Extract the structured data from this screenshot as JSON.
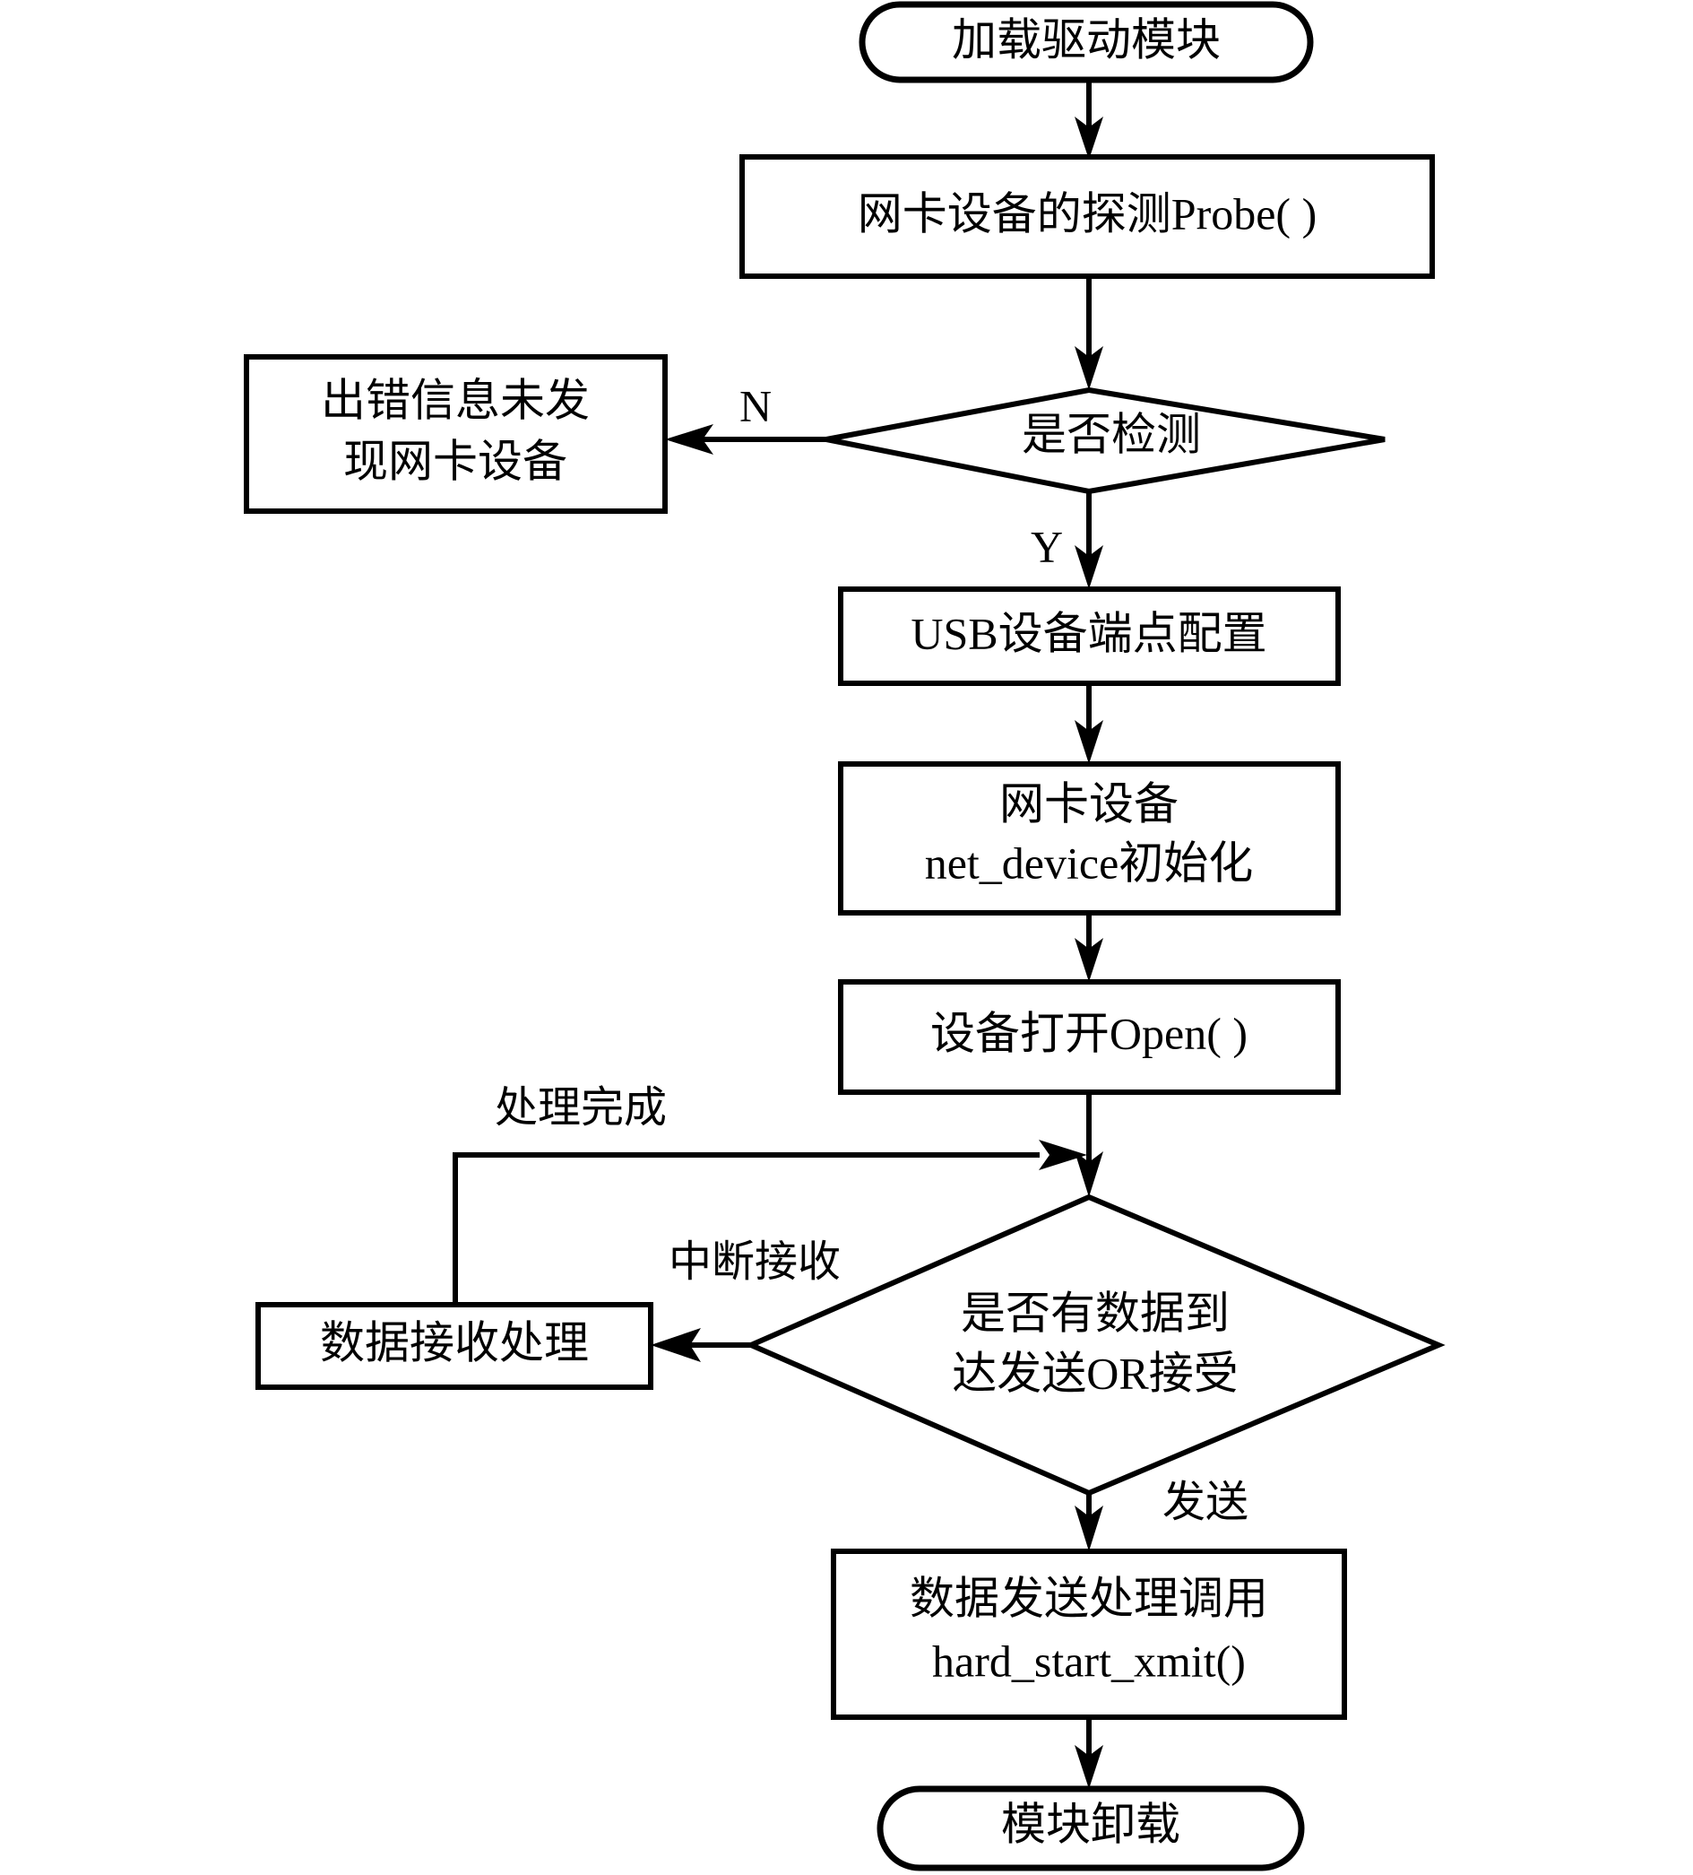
{
  "diagram": {
    "title": "USB 网卡驱动模块流程图",
    "type": "flowchart",
    "orientation": "top-to-bottom",
    "background_color": "#ffffff",
    "line_color": "#000000",
    "text_color": "#000000",
    "nodes": [
      {
        "id": "load-driver-module",
        "shape": "terminal",
        "lines": [
          "加载驱动模块"
        ]
      },
      {
        "id": "probe-nic-device",
        "shape": "process",
        "lines": [
          "网卡设备的探测Probe( )"
        ]
      },
      {
        "id": "detected-decision",
        "shape": "decision",
        "lines": [
          "是否检测"
        ]
      },
      {
        "id": "error-no-nic-found",
        "shape": "process",
        "lines": [
          "出错信息未发",
          "现网卡设备"
        ]
      },
      {
        "id": "usb-endpoint-config",
        "shape": "process",
        "lines": [
          "USB设备端点配置"
        ]
      },
      {
        "id": "net-device-init",
        "shape": "process",
        "lines": [
          "网卡设备",
          "net_device初始化"
        ]
      },
      {
        "id": "device-open",
        "shape": "process",
        "lines": [
          "设备打开Open( )"
        ]
      },
      {
        "id": "data-arrival-decision",
        "shape": "decision",
        "lines": [
          "是否有数据到",
          "达发送OR接受"
        ]
      },
      {
        "id": "data-receive-handling",
        "shape": "process",
        "lines": [
          "数据接收处理"
        ]
      },
      {
        "id": "data-send-handling",
        "shape": "process",
        "lines": [
          "数据发送处理调用",
          "hard_start_xmit()"
        ]
      },
      {
        "id": "module-unload",
        "shape": "terminal",
        "lines": [
          "模块卸载"
        ]
      }
    ],
    "edges": [
      {
        "id": "e-load-to-probe",
        "from": "load-driver-module",
        "to": "probe-nic-device",
        "label": ""
      },
      {
        "id": "e-probe-to-decision",
        "from": "probe-nic-device",
        "to": "detected-decision",
        "label": ""
      },
      {
        "id": "e-decision-no",
        "from": "detected-decision",
        "to": "error-no-nic-found",
        "label": "N"
      },
      {
        "id": "e-decision-yes",
        "from": "detected-decision",
        "to": "usb-endpoint-config",
        "label": "Y"
      },
      {
        "id": "e-usb-to-netdev",
        "from": "usb-endpoint-config",
        "to": "net-device-init",
        "label": ""
      },
      {
        "id": "e-netdev-to-open",
        "from": "net-device-init",
        "to": "device-open",
        "label": ""
      },
      {
        "id": "e-open-to-data-decision",
        "from": "device-open",
        "to": "data-arrival-decision",
        "label": ""
      },
      {
        "id": "e-receive-loopback",
        "from": "data-receive-handling",
        "to": "data-arrival-decision",
        "label": "处理完成"
      },
      {
        "id": "e-decision-interrupt-receive",
        "from": "data-arrival-decision",
        "to": "data-receive-handling",
        "label": "中断接收"
      },
      {
        "id": "e-decision-send",
        "from": "data-arrival-decision",
        "to": "data-send-handling",
        "label": "发送"
      },
      {
        "id": "e-send-to-unload",
        "from": "data-send-handling",
        "to": "module-unload",
        "label": ""
      }
    ],
    "labels": {
      "n": "N",
      "y": "Y",
      "processing_done": "处理完成",
      "interrupt_receive": "中断接收",
      "send": "发送"
    },
    "node_text": {
      "load_driver_module": "加载驱动模块",
      "probe_nic_device": "网卡设备的探测Probe( )",
      "detected_decision": "是否检测",
      "error_line1": "出错信息未发",
      "error_line2": "现网卡设备",
      "usb_endpoint_config": "USB设备端点配置",
      "net_device_line1": "网卡设备",
      "net_device_line2": "net_device初始化",
      "device_open": "设备打开Open( )",
      "data_decision_line1": "是否有数据到",
      "data_decision_line2": "达发送OR接受",
      "data_receive_handling": "数据接收处理",
      "data_send_line1": "数据发送处理调用",
      "data_send_line2": "hard_start_xmit()",
      "module_unload": "模块卸载"
    }
  }
}
